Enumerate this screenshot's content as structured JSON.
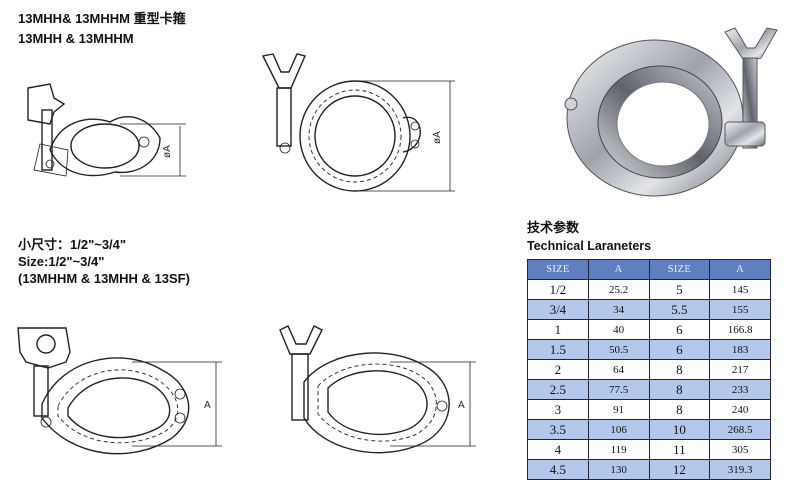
{
  "header": {
    "line1": "13MHH& 13MHHM 重型卡箍",
    "line2": "13MHH & 13MHHM"
  },
  "small_size": {
    "line1": "小尺寸：1/2\"~3/4\"",
    "line2": "Size:1/2\"~3/4\"",
    "line3": "(13MHHM & 13MHH & 13SF)"
  },
  "drawing_labels": {
    "top_left": "øA",
    "top_mid": "øA",
    "bottom_left": "A",
    "bottom_mid": "A"
  },
  "tech": {
    "title_cn": "技术参数",
    "title_en": "Technical Laraneters"
  },
  "table": {
    "headers": [
      "SIZE",
      "A",
      "SIZE",
      "A"
    ],
    "rows": [
      [
        "1/2",
        "25.2",
        "5",
        "145"
      ],
      [
        "3/4",
        "34",
        "5.5",
        "155"
      ],
      [
        "1",
        "40",
        "6",
        "166.8"
      ],
      [
        "1.5",
        "50.5",
        "6",
        "183"
      ],
      [
        "2",
        "64",
        "8",
        "217"
      ],
      [
        "2.5",
        "77.5",
        "8",
        "233"
      ],
      [
        "3",
        "91",
        "8",
        "240"
      ],
      [
        "3.5",
        "106",
        "10",
        "268.5"
      ],
      [
        "4",
        "119",
        "11",
        "305"
      ],
      [
        "4.5",
        "130",
        "12",
        "319.3"
      ]
    ]
  },
  "colors": {
    "header_bg": "#5f7fc0",
    "row_shade": "#b4c8ec"
  }
}
